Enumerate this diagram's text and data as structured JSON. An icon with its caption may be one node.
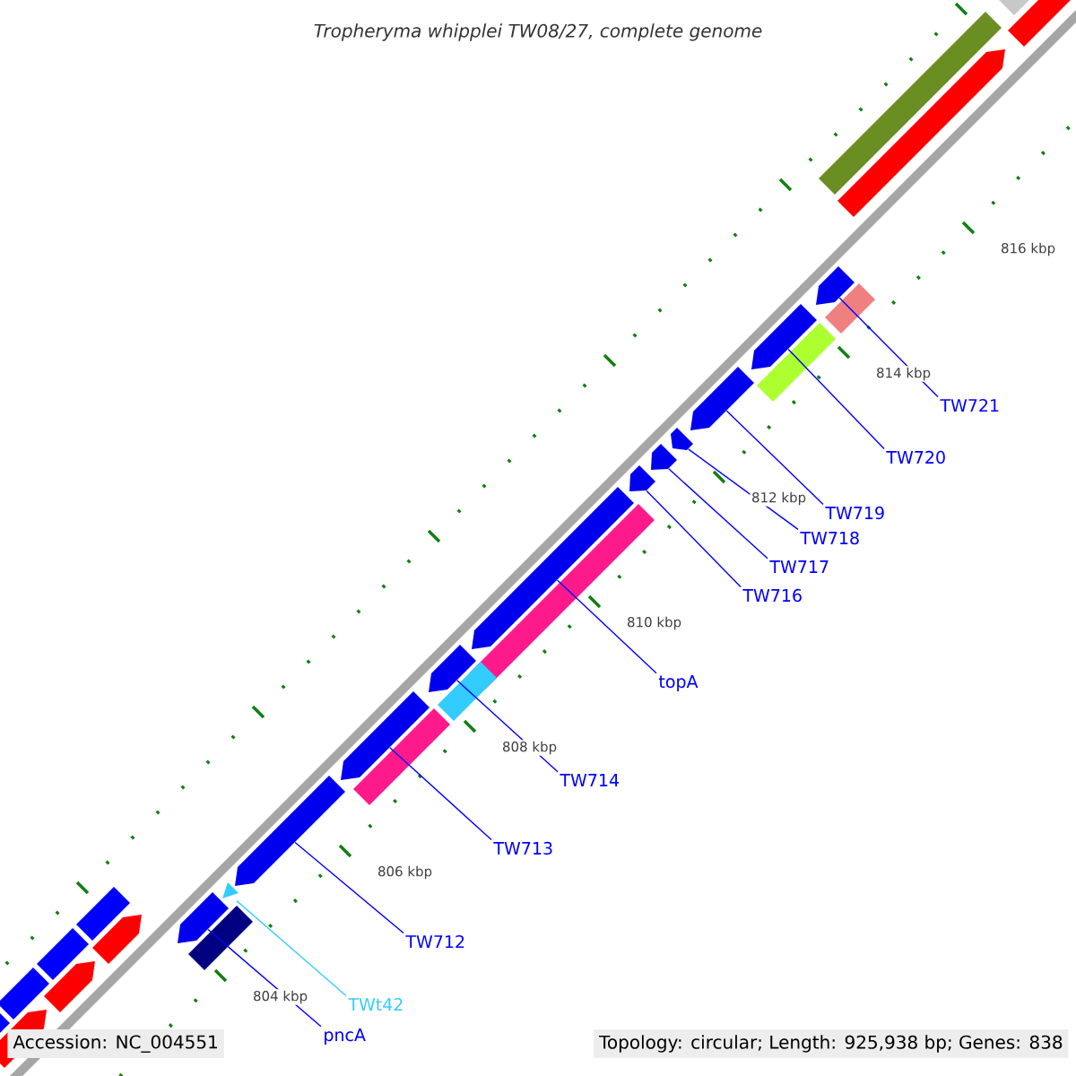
{
  "diagram": {
    "title": "Tropheryma whipplei TW08/27, complete genome",
    "nodes": [
      {
        "text": [],
        "shape": "arrow"
      },
      {
        "text": [],
        "shape": "arrow"
      },
      {
        "text": [],
        "shape": "arrow"
      },
      {
        "text": [],
        "shape": "arrow"
      },
      {
        "text": [],
        "shape": "arrow"
      },
      {
        "text": [],
        "shape": "arrow"
      },
      {
        "text": [],
        "shape": "arrow"
      },
      {
        "text": [],
        "shape": "arrow"
      },
      {
        "text": [],
        "shape": "arrow"
      },
      {
        "text": [],
        "shape": "arrow"
      },
      {
        "text": [],
        "shape": "triangle"
      },
      {
        "text": [],
        "shape": "arrow"
      },
      {
        "text": [
          "TW721"
        ]
      },
      {
        "text": [
          "TW720"
        ]
      },
      {
        "text": [
          "TW719"
        ]
      },
      {
        "text": [
          "TW718"
        ]
      },
      {
        "text": [
          "TW717"
        ]
      },
      {
        "text": [
          "TW716"
        ]
      },
      {
        "text": [
          "topA"
        ]
      },
      {
        "text": [
          "TW714"
        ]
      },
      {
        "text": [
          "TW713"
        ]
      },
      {
        "text": [
          "TW712"
        ]
      },
      {
        "text": [
          "TWt42"
        ]
      },
      {
        "text": [
          "pncA"
        ]
      }
    ],
    "edges": [
      {
        "from": 12,
        "to": 0,
        "arrow": "none"
      },
      {
        "from": 13,
        "to": 1,
        "arrow": "none"
      },
      {
        "from": 14,
        "to": 2,
        "arrow": "none"
      },
      {
        "from": 15,
        "to": 3,
        "arrow": "none"
      },
      {
        "from": 16,
        "to": 4,
        "arrow": "none"
      },
      {
        "from": 17,
        "to": 5,
        "arrow": "none"
      },
      {
        "from": 18,
        "to": 6,
        "arrow": "none"
      },
      {
        "from": 19,
        "to": 7,
        "arrow": "none"
      },
      {
        "from": 20,
        "to": 8,
        "arrow": "none"
      },
      {
        "from": 21,
        "to": 9,
        "arrow": "none"
      },
      {
        "from": 22,
        "to": 10,
        "arrow": "none",
        "color": "#33ccff"
      },
      {
        "from": 23,
        "to": 11,
        "arrow": "none"
      }
    ],
    "labels": [
      "816 kbp",
      "814 kbp",
      "812 kbp",
      "810 kbp",
      "808 kbp",
      "806 kbp",
      "804 kbp",
      "Accession: NC_004551",
      "Topology: circular; Length: 925,938 bp; Genes: 838"
    ]
  }
}
